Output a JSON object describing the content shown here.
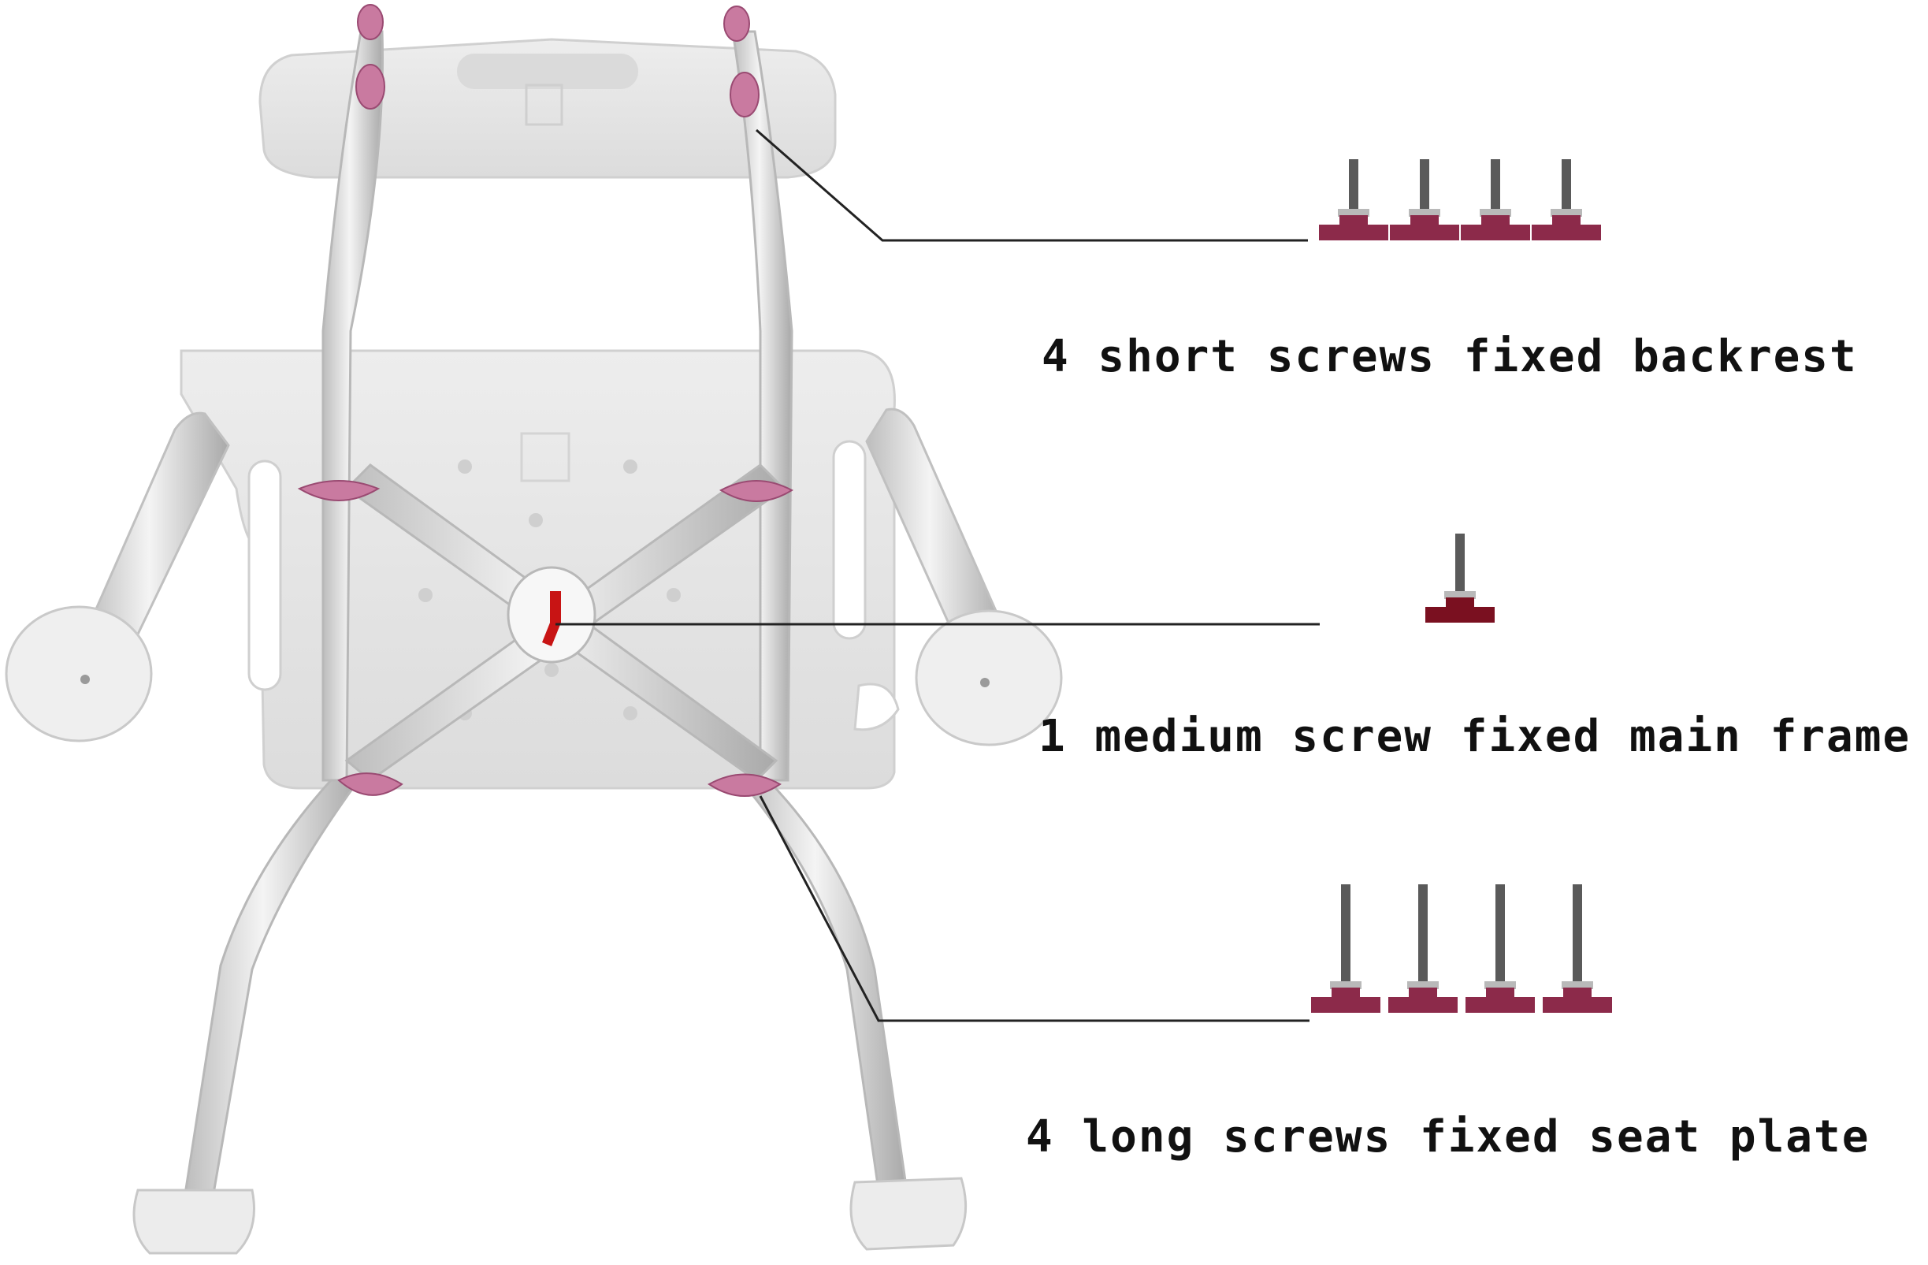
{
  "labels": {
    "short_screws": "4 short screws fixed backrest",
    "medium_screw": "1 medium screw fixed main frame",
    "long_screws": "4 long screws fixed seat plate"
  },
  "counts": {
    "short": 4,
    "medium": 1,
    "long": 4
  },
  "colors": {
    "screw_head": "#8c2a4a",
    "medium_head": "#7a1020",
    "knob": "#c97aa0",
    "frame": "#d9d9d9",
    "plastic": "#e6e6e6",
    "leader": "#222222",
    "text": "#111111"
  }
}
